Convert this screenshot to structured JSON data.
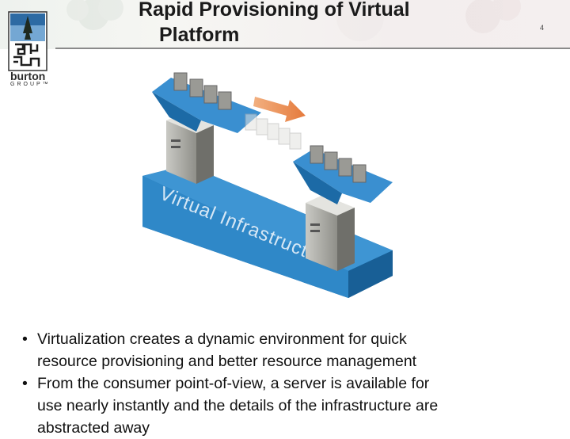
{
  "slide": {
    "title_line1": "Rapid Provisioning of Virtual",
    "title_line2": "Platform",
    "number": "4"
  },
  "logo": {
    "word": "burton",
    "tagline": "GROUP™"
  },
  "diagram": {
    "label": "Virtual Infrastructure"
  },
  "bullets": [
    {
      "symbol": "•",
      "line1": "Virtualization creates a dynamic environment for quick",
      "line2": "resource provisioning and better resource management"
    },
    {
      "symbol": "•",
      "line1": "From the consumer point-of-view, a server is available for",
      "line2": "use nearly instantly and the details of the infrastructure are",
      "line3": "abstracted away"
    }
  ],
  "colors": {
    "platform_blue": "#2f88c8",
    "platform_dark": "#1c6aa6",
    "arrow_orange": "#e8844a",
    "text": "#111111"
  }
}
